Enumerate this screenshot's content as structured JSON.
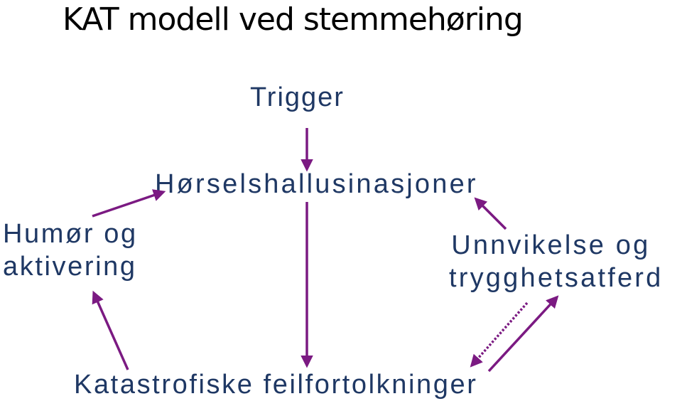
{
  "title": "KAT modell ved stemmehøring",
  "nodes": {
    "trigger": "Trigger",
    "hallucinations": "Hørselshallusinasjoner",
    "humor_line1": "Humør og",
    "humor_line2": "aktivering",
    "avoidance_line1": "Unnvikelse og",
    "avoidance_line2": "trygghetsatferd",
    "catastrophic": "Katastrofiske feilfortolkninger"
  },
  "colors": {
    "title": "#000000",
    "node_text": "#1f3864",
    "arrow": "#7b1a82"
  },
  "arrows": [
    {
      "from": "trigger",
      "to": "hallucinations",
      "style": "solid"
    },
    {
      "from": "hallucinations",
      "to": "catastrophic",
      "style": "solid"
    },
    {
      "from": "catastrophic",
      "to": "humor",
      "style": "solid"
    },
    {
      "from": "humor",
      "to": "hallucinations",
      "style": "solid"
    },
    {
      "from": "catastrophic",
      "to": "avoidance",
      "style": "solid"
    },
    {
      "from": "avoidance",
      "to": "catastrophic",
      "style": "dashed"
    },
    {
      "from": "avoidance",
      "to": "hallucinations",
      "style": "solid"
    }
  ]
}
